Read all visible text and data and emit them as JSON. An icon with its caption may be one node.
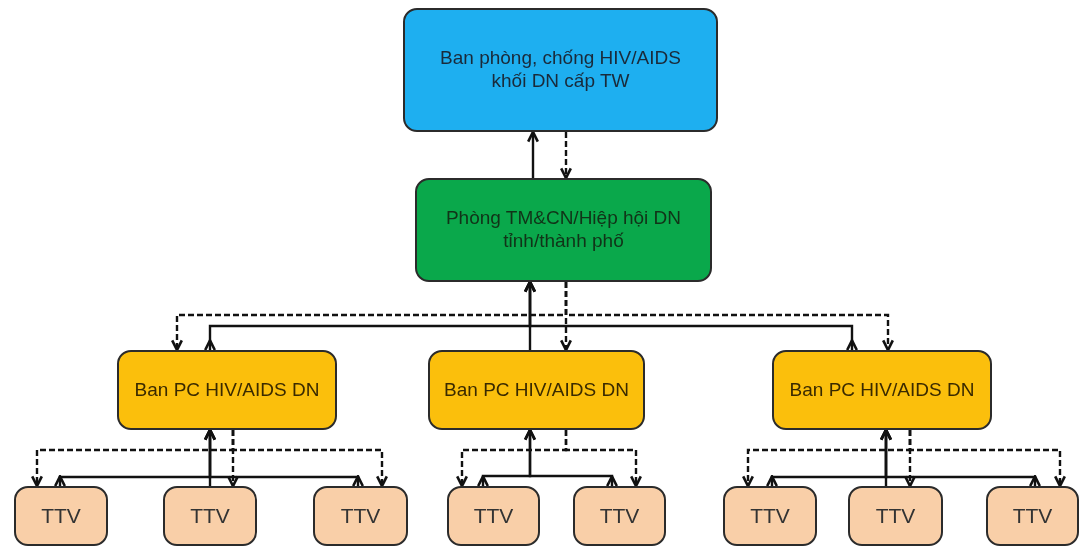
{
  "diagram": {
    "nodes": [
      {
        "text": [
          "Ban phòng, chống HIV/AIDS khối DN cấp TW"
        ]
      },
      {
        "text": [
          "Phòng TM&CN/Hiệp hội DN tỉnh/thành phố"
        ]
      },
      {
        "text": [
          "Ban PC HIV/AIDS DN"
        ]
      },
      {
        "text": [
          "Ban PC HIV/AIDS DN"
        ]
      },
      {
        "text": [
          "Ban PC HIV/AIDS DN"
        ]
      },
      {
        "text": [
          "TTV"
        ]
      },
      {
        "text": [
          "TTV"
        ]
      },
      {
        "text": [
          "TTV"
        ]
      },
      {
        "text": [
          "TTV"
        ]
      },
      {
        "text": [
          "TTV"
        ]
      },
      {
        "text": [
          "TTV"
        ]
      },
      {
        "text": [
          "TTV"
        ]
      },
      {
        "text": [
          "TTV"
        ]
      }
    ],
    "edges": [
      {
        "from": 1,
        "to": 0,
        "arrow": "to"
      },
      {
        "from": 0,
        "to": 1,
        "arrow": "to",
        "style": "dashed"
      },
      {
        "from": 2,
        "to": 1,
        "arrow": "to"
      },
      {
        "from": 1,
        "to": 2,
        "arrow": "to",
        "style": "dashed"
      },
      {
        "from": 3,
        "to": 1,
        "arrow": "to"
      },
      {
        "from": 1,
        "to": 3,
        "arrow": "to",
        "style": "dashed"
      },
      {
        "from": 4,
        "to": 1,
        "arrow": "to"
      },
      {
        "from": 1,
        "to": 4,
        "arrow": "to",
        "style": "dashed"
      },
      {
        "from": 5,
        "to": 2,
        "arrow": "to"
      },
      {
        "from": 2,
        "to": 5,
        "arrow": "to",
        "style": "dashed"
      },
      {
        "from": 6,
        "to": 2,
        "arrow": "to"
      },
      {
        "from": 2,
        "to": 6,
        "arrow": "to",
        "style": "dashed"
      },
      {
        "from": 7,
        "to": 2,
        "arrow": "to"
      },
      {
        "from": 2,
        "to": 7,
        "arrow": "to",
        "style": "dashed"
      },
      {
        "from": 8,
        "to": 3,
        "arrow": "to"
      },
      {
        "from": 3,
        "to": 8,
        "arrow": "to",
        "style": "dashed"
      },
      {
        "from": 9,
        "to": 3,
        "arrow": "to"
      },
      {
        "from": 3,
        "to": 9,
        "arrow": "to",
        "style": "dashed"
      },
      {
        "from": 10,
        "to": 4,
        "arrow": "to"
      },
      {
        "from": 4,
        "to": 10,
        "arrow": "to",
        "style": "dashed"
      },
      {
        "from": 11,
        "to": 4,
        "arrow": "to"
      },
      {
        "from": 4,
        "to": 11,
        "arrow": "to",
        "style": "dashed"
      },
      {
        "from": 12,
        "to": 4,
        "arrow": "to"
      },
      {
        "from": 4,
        "to": 12,
        "arrow": "to",
        "style": "dashed"
      }
    ]
  }
}
